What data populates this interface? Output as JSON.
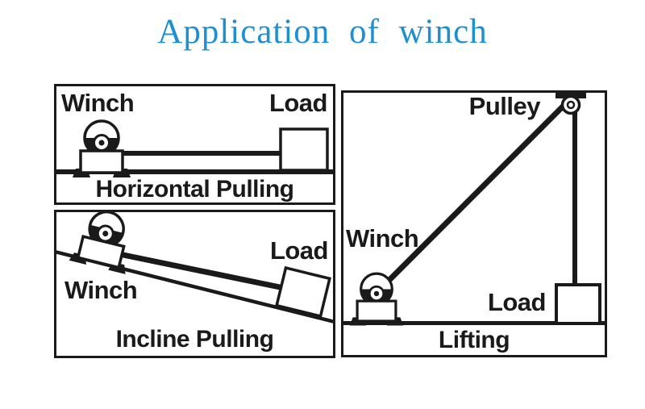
{
  "title": {
    "text": "Application of winch",
    "color": "#1e8fd2"
  },
  "panels": {
    "horizontal": {
      "winch_label": "Winch",
      "load_label": "Load",
      "caption": "Horizontal Pulling"
    },
    "incline": {
      "winch_label": "Winch",
      "load_label": "Load",
      "caption": "Incline Pulling"
    },
    "lifting": {
      "winch_label": "Winch",
      "pulley_label": "Pulley",
      "load_label": "Load",
      "caption": "Lifting"
    }
  },
  "colors": {
    "line": "#1a1a1a",
    "background": "#ffffff",
    "title_blue": "#1e8fd2"
  },
  "icons": {
    "winch": "winch-drum-icon",
    "pulley": "pulley-wheel-icon",
    "load": "load-box-icon"
  }
}
